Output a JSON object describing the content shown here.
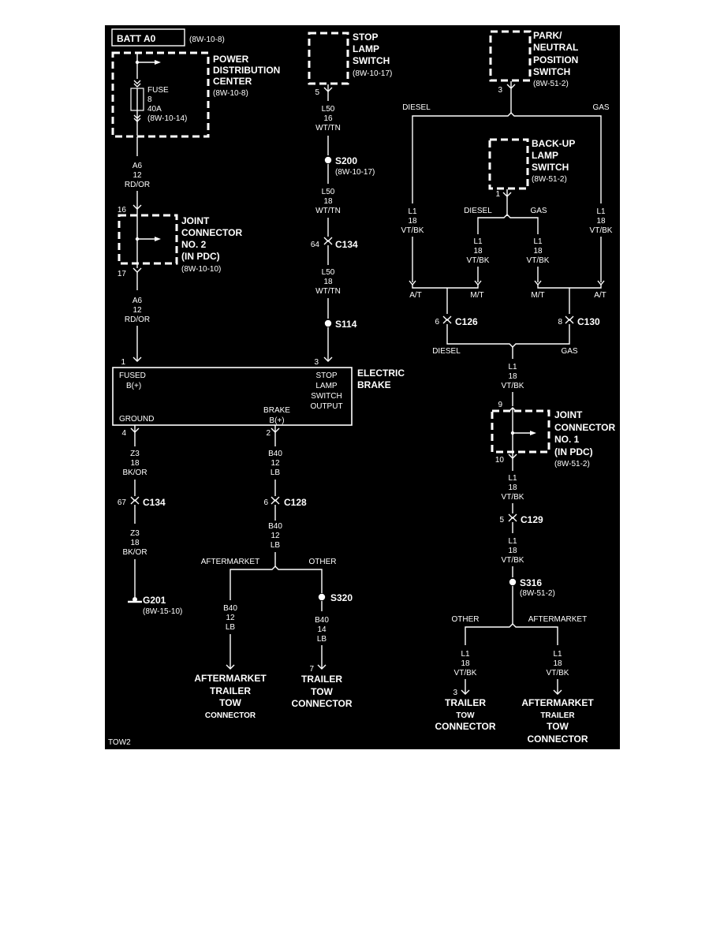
{
  "diagram_code": "TOW2",
  "colors": {
    "background": "#000000",
    "ink": "#ffffff",
    "page": "#ffffff"
  },
  "batt": {
    "label": "BATT A0",
    "ref": "(8W-10-8)"
  },
  "pdc": {
    "title": [
      "POWER",
      "DISTRIBUTION",
      "CENTER"
    ],
    "ref": "(8W-10-8)",
    "fuse": [
      "FUSE",
      "8",
      "40A"
    ],
    "fuse_ref": "(8W-10-14)"
  },
  "wire_a6_top": [
    "A6",
    "12",
    "RD/OR"
  ],
  "jc2": {
    "title": [
      "JOINT",
      "CONNECTOR",
      "NO. 2",
      "(IN PDC)"
    ],
    "ref": "(8W-10-10)",
    "pin_in": "16",
    "pin_out": "17"
  },
  "wire_a6_bottom": [
    "A6",
    "12",
    "RD/OR"
  ],
  "stop_switch": {
    "title": [
      "STOP",
      "LAMP",
      "SWITCH"
    ],
    "ref": "(8W-10-17)",
    "pin": "5"
  },
  "wire_l50_1": [
    "L50",
    "16",
    "WT/TN"
  ],
  "s200": {
    "label": "S200",
    "ref": "(8W-10-17)"
  },
  "wire_l50_2": [
    "L50",
    "18",
    "WT/TN"
  ],
  "c134_top": {
    "pin": "64",
    "label": "C134"
  },
  "wire_l50_3": [
    "L50",
    "18",
    "WT/TN"
  ],
  "s114": {
    "label": "S114"
  },
  "electric_brake": {
    "title": [
      "ELECTRIC",
      "BRAKE"
    ],
    "fused": [
      "FUSED",
      "B(+)"
    ],
    "pin_fused": "1",
    "stop_output": [
      "STOP",
      "LAMP",
      "SWITCH",
      "OUTPUT"
    ],
    "pin_stop": "3",
    "ground": "GROUND",
    "pin_ground": "4",
    "brake": [
      "BRAKE",
      "B(+)"
    ],
    "pin_brake": "2"
  },
  "wire_z3_1": [
    "Z3",
    "18",
    "BK/OR"
  ],
  "c134_bottom": {
    "pin": "67",
    "label": "C134"
  },
  "wire_z3_2": [
    "Z3",
    "18",
    "BK/OR"
  ],
  "g201": {
    "label": "G201",
    "ref": "(8W-15-10)"
  },
  "wire_b40_1": [
    "B40",
    "12",
    "LB"
  ],
  "c128": {
    "pin": "6",
    "label": "C128"
  },
  "wire_b40_2": [
    "B40",
    "12",
    "LB"
  ],
  "brake_split": {
    "left": "AFTERMARKET",
    "right": "OTHER"
  },
  "wire_b40_aft": [
    "B40",
    "12",
    "LB"
  ],
  "s320": {
    "label": "S320"
  },
  "wire_b40_other": [
    "B40",
    "14",
    "LB"
  ],
  "aftermarket_conn_left": {
    "title": [
      "AFTERMARKET",
      "TRAILER",
      "TOW",
      "CONNECTOR"
    ]
  },
  "trailer_conn_mid": {
    "pin": "7",
    "title": [
      "TRAILER",
      "TOW",
      "CONNECTOR"
    ]
  },
  "pn_switch": {
    "title": [
      "PARK/",
      "NEUTRAL",
      "POSITION",
      "SWITCH"
    ],
    "ref": "(8W-51-2)",
    "pin": "3"
  },
  "split_top": {
    "left": "DIESEL",
    "right": "GAS"
  },
  "backup_switch": {
    "title": [
      "BACK-UP",
      "LAMP",
      "SWITCH"
    ],
    "ref": "(8W-51-2)",
    "pin": "1"
  },
  "split_backup": {
    "left": "DIESEL",
    "right": "GAS"
  },
  "wire_l1_a": [
    "L1",
    "18",
    "VT/BK"
  ],
  "wire_l1_b": [
    "L1",
    "18",
    "VT/BK"
  ],
  "wire_l1_c": [
    "L1",
    "18",
    "VT/BK"
  ],
  "wire_l1_d": [
    "L1",
    "18",
    "VT/BK"
  ],
  "trans_labels": [
    "A/T",
    "M/T",
    "M/T",
    "A/T"
  ],
  "c126": {
    "pin": "6",
    "label": "C126"
  },
  "c130": {
    "pin": "8",
    "label": "C130"
  },
  "merge": {
    "left": "DIESEL",
    "right": "GAS"
  },
  "wire_l1_e": [
    "L1",
    "18",
    "VT/BK"
  ],
  "jc1": {
    "title": [
      "JOINT",
      "CONNECTOR",
      "NO. 1",
      "(IN PDC)"
    ],
    "ref": "(8W-51-2)",
    "pin_in": "9",
    "pin_out": "10"
  },
  "wire_l1_f": [
    "L1",
    "18",
    "VT/BK"
  ],
  "c129": {
    "pin": "5",
    "label": "C129"
  },
  "wire_l1_g": [
    "L1",
    "18",
    "VT/BK"
  ],
  "s316": {
    "label": "S316",
    "ref": "(8W-51-2)"
  },
  "split_bottom": {
    "left": "OTHER",
    "right": "AFTERMARKET"
  },
  "wire_l1_h": [
    "L1",
    "18",
    "VT/BK"
  ],
  "wire_l1_i": [
    "L1",
    "18",
    "VT/BK"
  ],
  "trailer_conn_right": {
    "pin": "3",
    "title": [
      "TRAILER",
      "TOW",
      "CONNECTOR"
    ]
  },
  "aftermarket_conn_right": {
    "title": [
      "AFTERMARKET",
      "TRAILER",
      "TOW",
      "CONNECTOR"
    ]
  }
}
